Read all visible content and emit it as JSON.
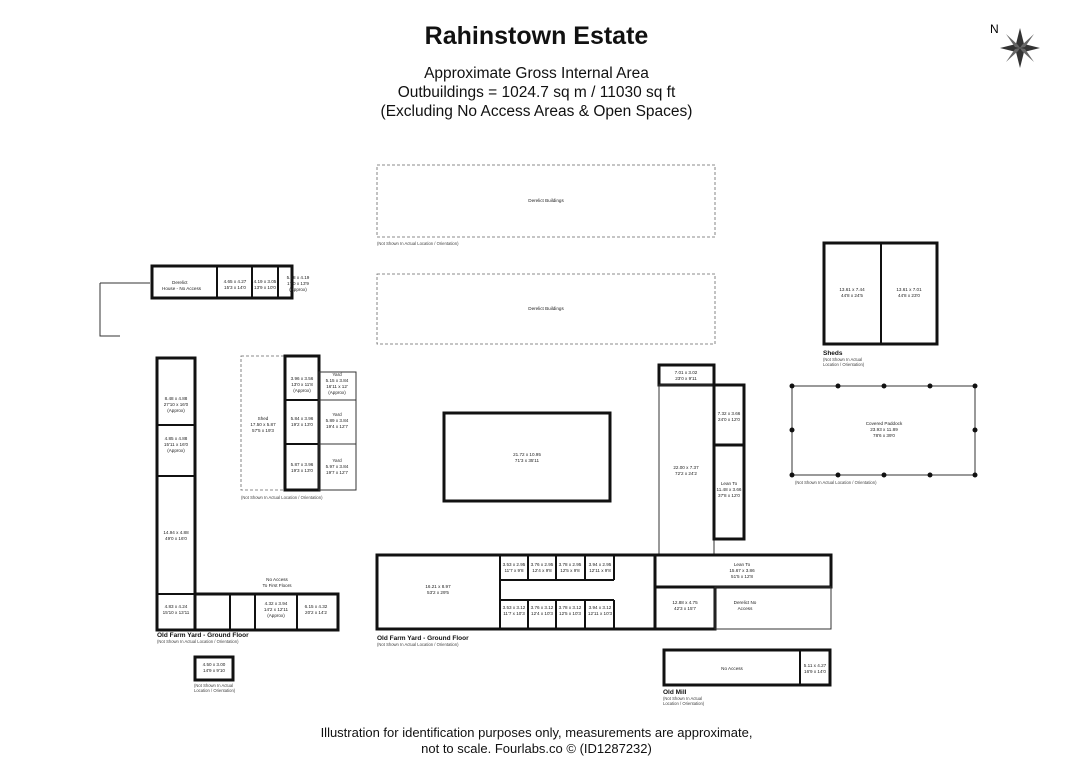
{
  "header": {
    "title": "Rahinstown Estate",
    "line1": "Approximate Gross Internal Area",
    "line2": "Outbuildings = 1024.7 sq m / 11030 sq ft",
    "line3": "(Excluding No Access Areas & Open Spaces)"
  },
  "compass": {
    "letter": "N",
    "icon": "compass-rose-icon"
  },
  "footer": {
    "line1": "Illustration for identification purposes only, measurements are approximate,",
    "line2": "not to scale. Fourlabs.co © (ID1287232)"
  },
  "sections": {
    "derelict_top_name": "Derelict Buildings",
    "derelict_top_note": "(Not Shown In Actual Location / Orientation)",
    "derelict_mid_name": "Derelict Buildings",
    "sheds_label": "Sheds",
    "sheds_note1": "(Not Shown In Actual",
    "sheds_note2": "Location / Orientation)",
    "shed_a_1": "13.61 x 7.44",
    "shed_a_2": "44'8 x 24'5",
    "shed_b_1": "13.61 x 7.01",
    "shed_b_2": "44'8 x 23'0",
    "paddock_1": "Covered Paddock",
    "paddock_2": "23.93 x 11.89",
    "paddock_3": "78'6 x 39'0",
    "paddock_note": "(Not Shown In Actual Location / Orientation)",
    "ofy_left_label": "Old Farm Yard - Ground Floor",
    "ofy_left_note": "(Not Shown In Actual Location / Orientation)",
    "ofy_right_label": "Old Farm Yard - Ground Floor",
    "ofy_right_note": "(Not Shown In Actual Location / Orientation)",
    "old_mill_label": "Old Mill",
    "old_mill_note1": "(Not Shown In Actual",
    "old_mill_note2": "Location / Orientation)",
    "small_block_note1": "(Not Shown In Actual",
    "small_block_note2": "Location / Orientation)",
    "shed_block_note": "(Not Shown In Actual Location / Orientation)"
  },
  "rooms": {
    "derelict_house_1": "Derelict",
    "derelict_house_2": "House - No Access",
    "r1a": "4.65 x 4.27",
    "r1b": "15'3 x 14'0",
    "r2a": "4.19 x 3.05",
    "r2b": "13'9 x 10'0",
    "r3a": "5.18 x 4.19",
    "r3b": "17'0 x 13'9",
    "r3c": "(Approx)",
    "r4a": "8.48 x 4.88",
    "r4b": "27'10 x 16'0",
    "r4c": "(Approx)",
    "r5a": "4.85 x 4.88",
    "r5b": "15'11 x 16'0",
    "r5c": "(Approx)",
    "r6a": "14.94 x 4.88",
    "r6b": "49'0 x 16'0",
    "r7a": "4.83 x 4.24",
    "r7b": "15'10 x 13'11",
    "r8a": "4.32 x 3.94",
    "r8b": "14'2 x 12'11",
    "r8c": "(Approx)",
    "r9a": "6.15 x 4.32",
    "r9b": "20'2 x 14'2",
    "no_access_first_1": "No Access",
    "no_access_first_2": "To First Floors",
    "small_a": "4.50 x 3.00",
    "small_b": "14'9 x 9'10",
    "shed_big_1": "Shed",
    "shed_big_2": "17.50 x 5.87",
    "shed_big_3": "57'5 x 19'3",
    "s1a": "3.96 x 3.56",
    "s1b": "13'0 x 11'8",
    "s1c": "(Approx)",
    "s2a": "5.84 x 3.96",
    "s2b": "19'2 x 13'0",
    "s3a": "5.87 x 3.96",
    "s3b": "19'3 x 13'0",
    "y1": "Yard",
    "y1a": "5.15 x 3.84",
    "y1b": "16'11 x 12'",
    "y1c": "(Approx)",
    "y2": "Yard",
    "y2a": "5.89 x 3.84",
    "y2b": "19'4 x 12'7",
    "y3": "Yard",
    "y3a": "5.97 x 3.84",
    "y3b": "19'7 x 12'7",
    "central_a": "21.72 x 10.95",
    "central_b": "71'3 x 35'11",
    "rA": "7.01 x 3.02",
    "rB": "23'0 x 9'11",
    "rC": "7.32 x 3.66",
    "rD": "24'0 x 12'0",
    "rE": "22.00 x 7.37",
    "rF": "72'2 x 24'2",
    "lean1_1": "Lean To",
    "lean1_2": "11.48 x 3.66",
    "lean1_3": "37'8 x 12'0",
    "big_left_a": "16.21 x 8.97",
    "big_left_b": "53'2 x 29'5",
    "c1a": "3.53 x 2.95",
    "c1b": "11'7 x 9'8",
    "c2a": "3.76 x 2.95",
    "c2b": "12'4 x 9'8",
    "c3a": "3.78 x 2.95",
    "c3b": "12'5 x 9'8",
    "c4a": "3.94 x 2.95",
    "c4b": "12'11 x 9'8",
    "d1a": "3.53 x 3.12",
    "d1b": "11'7 x 10'3",
    "d2a": "3.76 x 3.12",
    "d2b": "12'4 x 10'3",
    "d3a": "3.78 x 3.12",
    "d3b": "12'5 x 10'3",
    "d4a": "3.94 x 3.12",
    "d4b": "12'11 x 10'3",
    "rG": "12.88 x 4.75",
    "rH": "42'3 x 15'7",
    "lean2_1": "Lean To",
    "lean2_2": "15.67 x 3.86",
    "lean2_3": "51'5 x 12'8",
    "derelict_na_1": "Derelict No",
    "derelict_na_2": "Access",
    "mill_na": "No Access",
    "mill_a": "5.11 x 4.27",
    "mill_b": "16'9 x 14'0"
  }
}
